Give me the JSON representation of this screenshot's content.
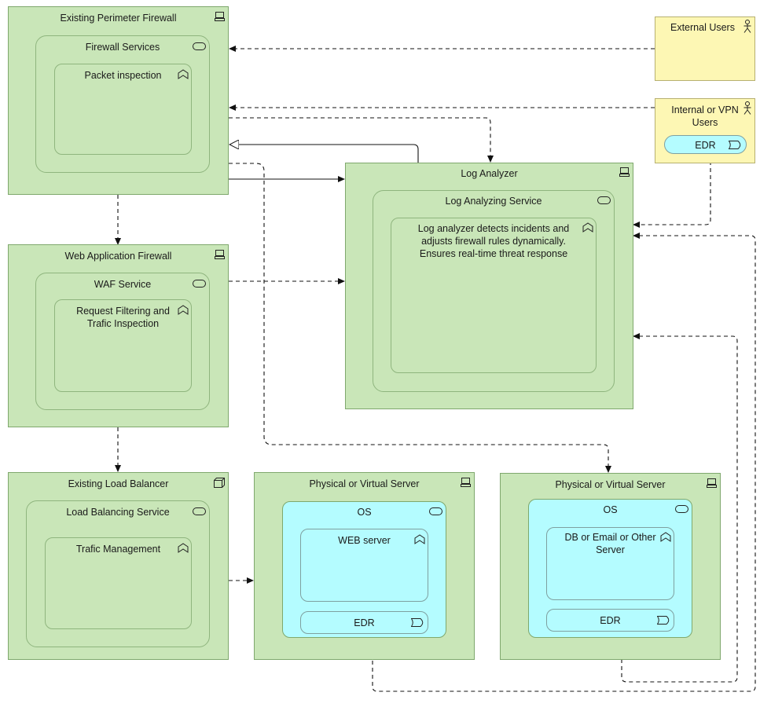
{
  "nodes": {
    "perimeter_firewall": "Existing Perimeter Firewall",
    "waf": "Web Application Firewall",
    "load_balancer": "Existing Load Balancer",
    "log_analyzer": "Log Analyzer",
    "server_web": "Physical or Virtual Server",
    "server_db": "Physical or Virtual Server"
  },
  "services": {
    "firewall_services": "Firewall Services",
    "waf_service": "WAF Service",
    "load_balancing_service": "Load Balancing Service",
    "log_analyzing_service": "Log Analyzing Service"
  },
  "functions": {
    "packet_inspection": "Packet inspection",
    "request_filtering": "Request Filtering and Trafic Inspection",
    "trafic_management": "Trafic Management",
    "log_analyzer_desc": "Log analyzer detects incidents and adjusts firewall rules dynamically. Ensures real-time threat response",
    "web_server": "WEB server",
    "db_server": "DB or Email or Other Server"
  },
  "actors": {
    "external_users": "External Users",
    "internal_users": "Internal or VPN Users"
  },
  "system_software": {
    "os_web": "OS",
    "os_db": "OS"
  },
  "edr": {
    "edr_internal": "EDR",
    "edr_web": "EDR",
    "edr_db": "EDR"
  },
  "colors": {
    "node_fill": "#c9e6b8",
    "actor_fill": "#fdf7b4",
    "os_fill": "#b4fcff"
  }
}
